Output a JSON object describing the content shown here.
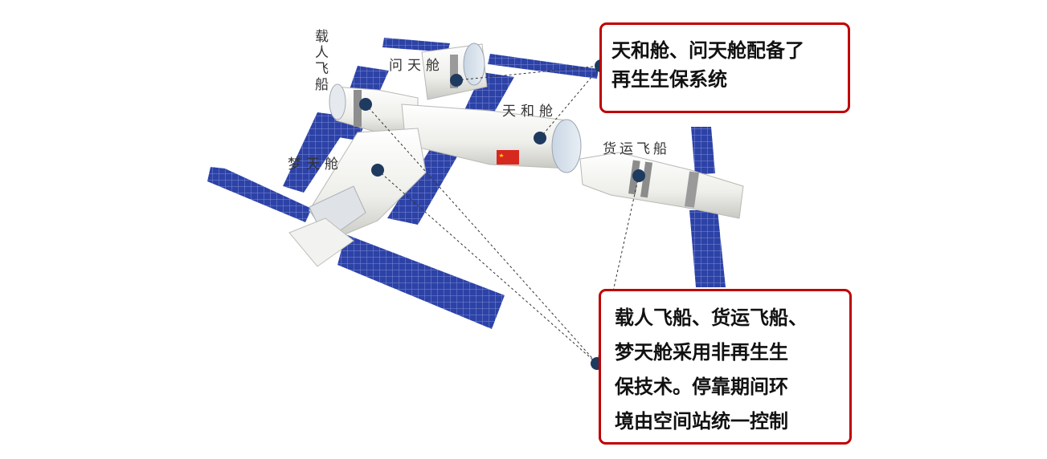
{
  "labels": {
    "manned_spacecraft": "载人飞船",
    "wentian": "问天舱",
    "tianhe": "天和舱",
    "mengtian": "梦天舱",
    "cargo": "货运飞船"
  },
  "callouts": {
    "top_lines": [
      "天和舱、问天舱配备了",
      "再生生保系统"
    ],
    "bottom_lines": [
      "载人飞船、货运飞船、",
      "梦天舱采用非再生生",
      "保技术。停靠期间环",
      "境由空间站统一控制"
    ]
  },
  "colors": {
    "callout_border": "#c00000",
    "marker": "#1f3a5f",
    "solar_panel": "#2b3f9e",
    "module_body": "#f0f0ee",
    "flag": "#d7281f"
  },
  "icons": {
    "marker": "navy-dot",
    "flag": "china-flag"
  }
}
